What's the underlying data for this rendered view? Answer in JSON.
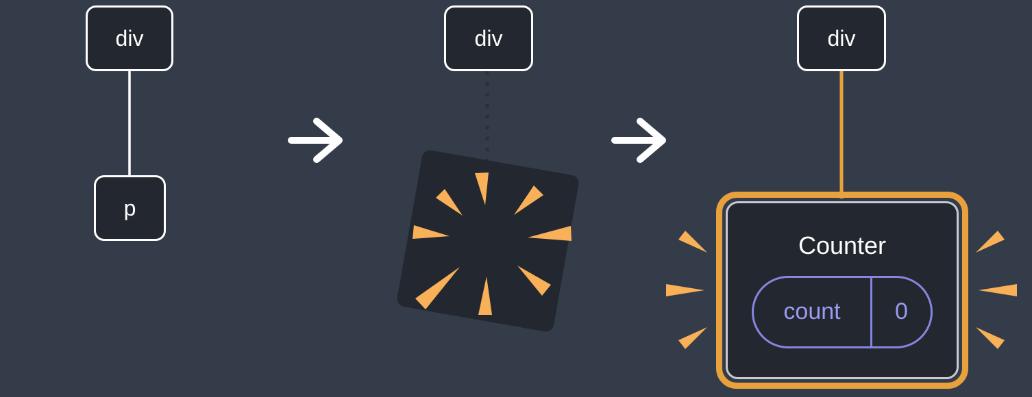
{
  "stage1": {
    "parent_label": "div",
    "child_label": "p"
  },
  "stage2": {
    "parent_label": "div"
  },
  "stage3": {
    "parent_label": "div",
    "component_title": "Counter",
    "state_name": "count",
    "state_value": "0"
  },
  "icons": {
    "arrow_right": "→",
    "sparkle_burst": "rays radiating from dark tilted square",
    "emphasis_rays": "three rays on each side of component card"
  },
  "colors": {
    "background": "#353C49",
    "node_fill": "#23272F",
    "node_border": "#FFFFFF",
    "accent_orange": "#E8A13C",
    "ray_orange": "#F8B158",
    "state_purple": "#8686E0",
    "state_text_purple": "#9B9BEF",
    "dashed_connector": "#2A2F39",
    "inner_card_border": "#C7CBD1"
  }
}
